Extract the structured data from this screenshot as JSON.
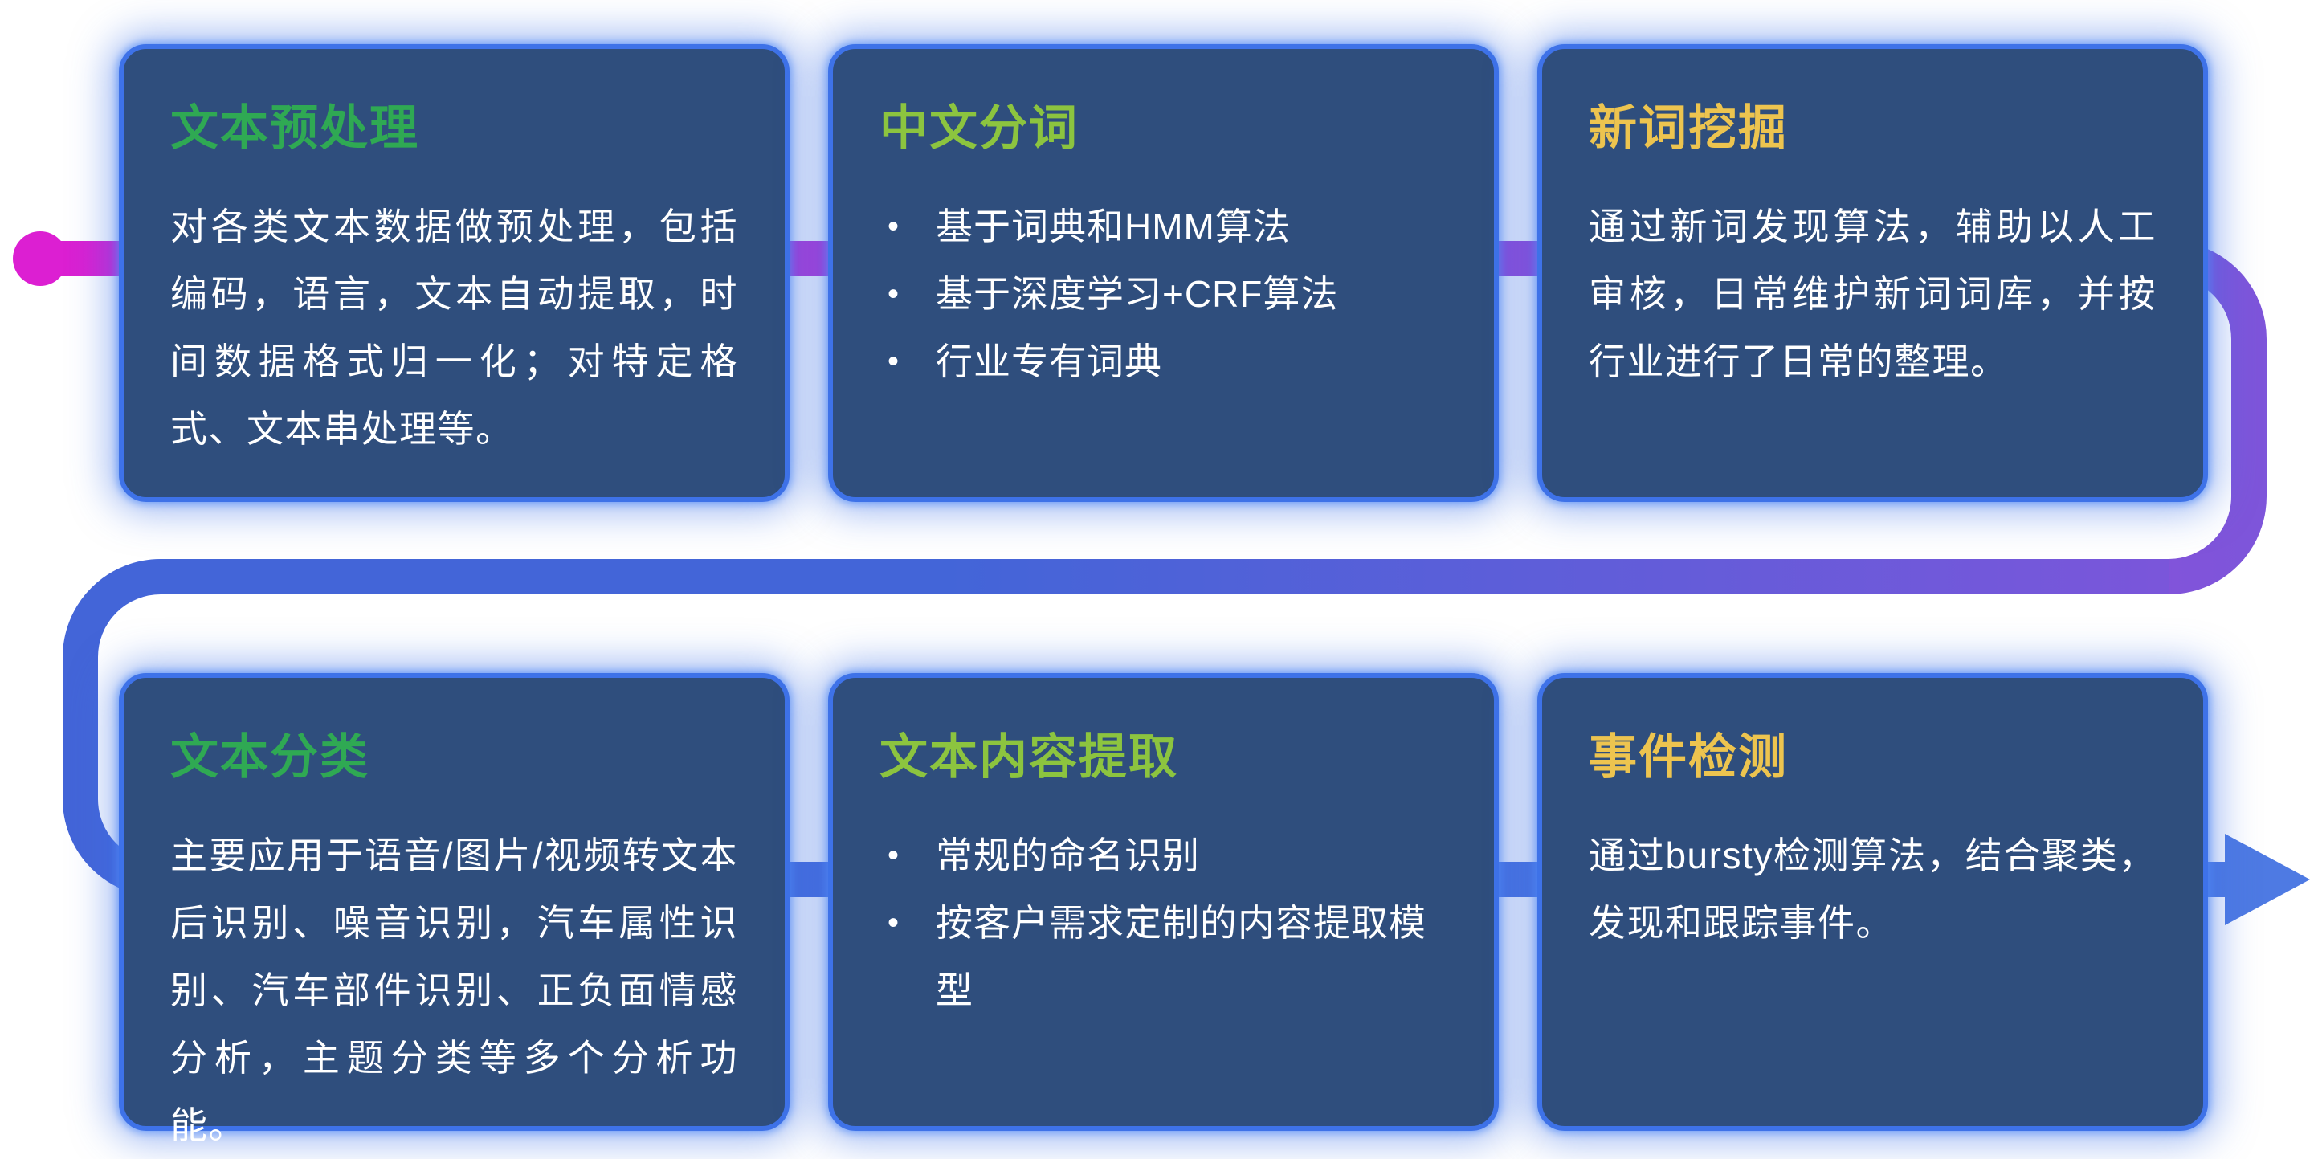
{
  "colors": {
    "page_bg": "#FFFFFF",
    "card_bg": "#2F4E7D",
    "card_border": "#3E72E8",
    "body_text": "#FFFFFF",
    "title_green": "#2FA953",
    "title_lime": "#8CC43F",
    "title_gold": "#EDC44F",
    "pipe_magenta": "#DC1FD2",
    "pipe_violet": "#A93FD6",
    "pipe_purple": "#7E55DA",
    "pipe_blue": "#4365D8",
    "pipe_blue_light": "#4E7AE3"
  },
  "cards": [
    {
      "title": "文本预处理",
      "body": "对各类文本数据做预处理，包括编码，语言，文本自动提取，时间数据格式归一化；对特定格式、文本串处理等。"
    },
    {
      "title": "中文分词",
      "bullets": [
        "基于词典和HMM算法",
        "基于深度学习+CRF算法",
        "行业专有词典"
      ]
    },
    {
      "title": "新词挖掘",
      "body": "通过新词发现算法，辅助以人工审核，日常维护新词词库，并按行业进行了日常的整理。"
    },
    {
      "title": "文本分类",
      "body": "主要应用于语音/图片/视频转文本后识别、噪音识别，汽车属性识别、汽车部件识别、正负面情感分析，主题分类等多个分析功能。"
    },
    {
      "title": "文本内容提取",
      "bullets": [
        "常规的命名识别",
        "按客户需求定制的内容提取模型"
      ]
    },
    {
      "title": "事件检测",
      "body": "通过bursty检测算法，结合聚类，发现和跟踪事件。"
    }
  ]
}
